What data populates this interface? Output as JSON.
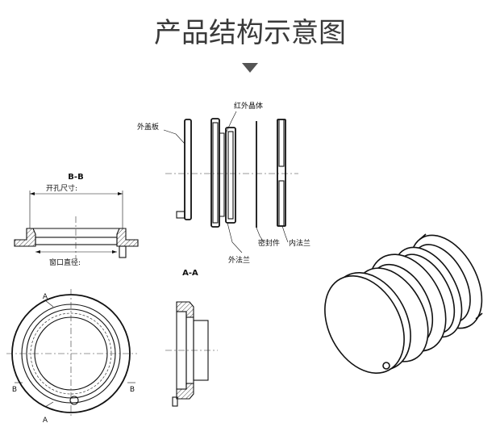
{
  "title": "产品结构示意图",
  "labels": {
    "outer_cover": "外盖板",
    "ir_crystal": "红外晶体",
    "outer_flange": "外法兰",
    "seal": "密封件",
    "inner_flange": "内法兰",
    "opening_size": "开孔尺寸:",
    "window_diameter": "窗口直径:"
  },
  "sections": {
    "bb": "B-B",
    "aa": "A-A"
  },
  "axis_marks": {
    "a_top": "A",
    "a_bottom": "A",
    "b_left": "B",
    "b_right": "B"
  }
}
